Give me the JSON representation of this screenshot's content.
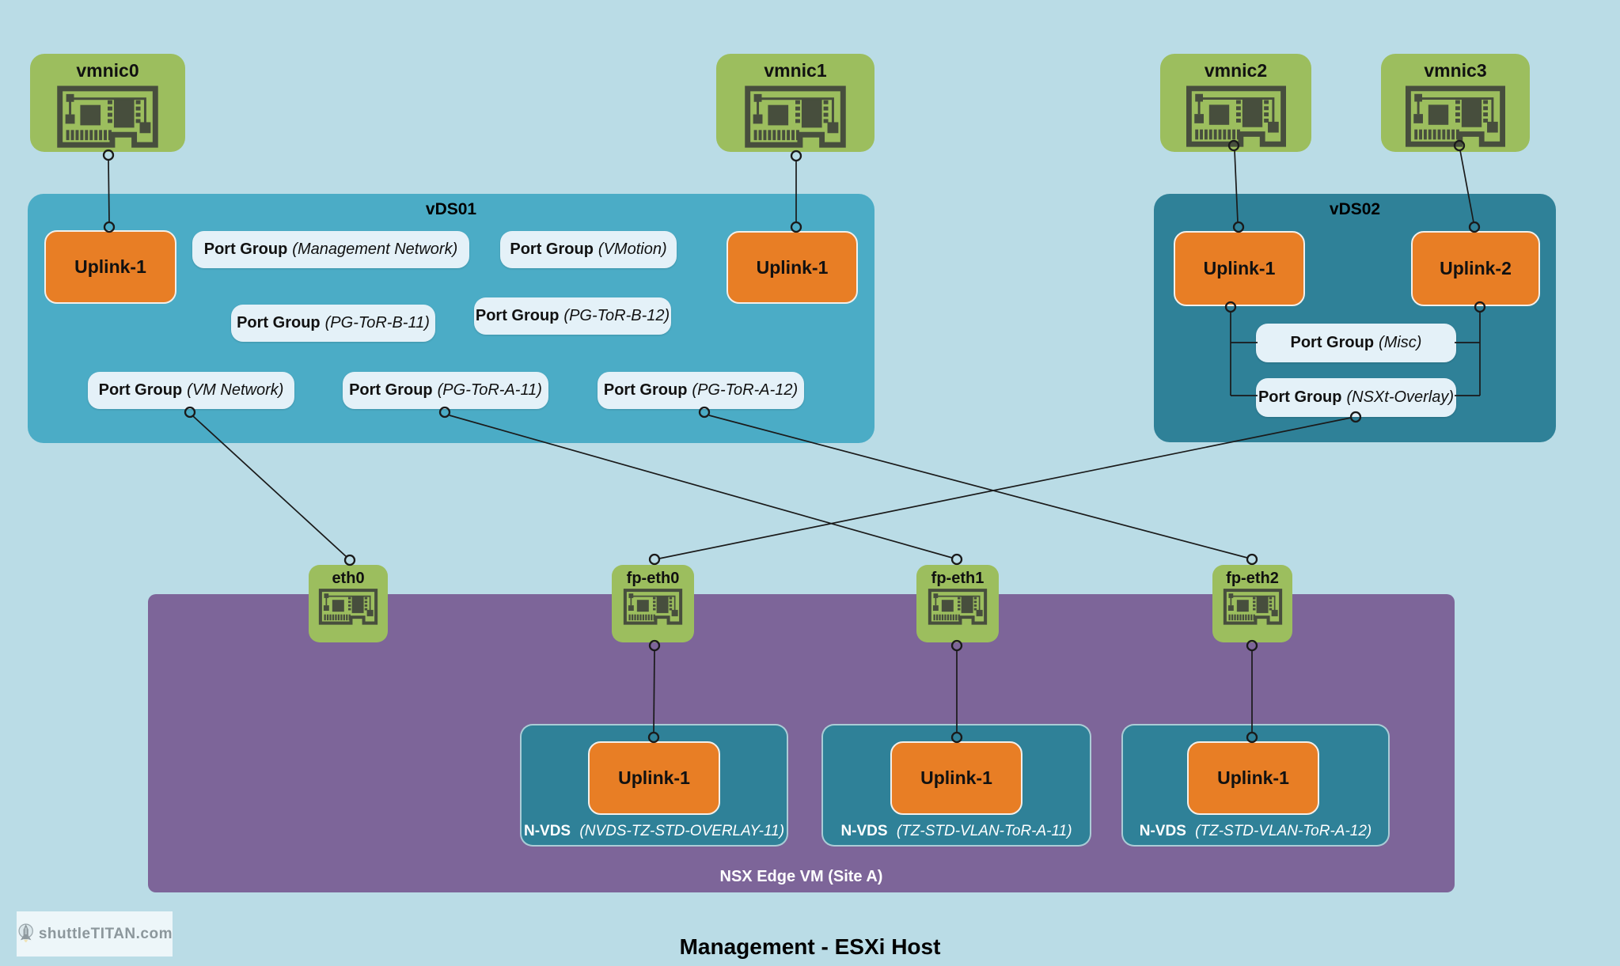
{
  "title": "Management - ESXi Host",
  "watermark": "shuttleTITAN.com",
  "colors": {
    "background": "#BADCE6",
    "nic_green": "#9CBE5E",
    "nic_icon": "#474E3D",
    "vds01_teal": "#4BACC6",
    "vds02_teal": "#2F8198",
    "uplink_orange": "#E87E25",
    "port_group_fill": "#E4F1F8",
    "edge_purple": "#7D6599",
    "connector_line": "#1A1A1A"
  },
  "vmnics": [
    {
      "label": "vmnic0"
    },
    {
      "label": "vmnic1"
    },
    {
      "label": "vmnic2"
    },
    {
      "label": "vmnic3"
    }
  ],
  "vds01": {
    "title": "vDS01",
    "uplink_left": "Uplink-1",
    "uplink_right": "Uplink-1",
    "port_groups": [
      {
        "prefix": "Port Group",
        "name": "(Management Network)"
      },
      {
        "prefix": "Port Group",
        "name": "(VMotion)"
      },
      {
        "prefix": "Port Group",
        "name": "(PG-ToR-B-11)"
      },
      {
        "prefix": "Port Group",
        "name": "(PG-ToR-B-12)"
      },
      {
        "prefix": "Port Group",
        "name": "(VM Network)"
      },
      {
        "prefix": "Port Group",
        "name": "(PG-ToR-A-11)"
      },
      {
        "prefix": "Port Group",
        "name": "(PG-ToR-A-12)"
      }
    ]
  },
  "vds02": {
    "title": "vDS02",
    "uplink_left": "Uplink-1",
    "uplink_right": "Uplink-2",
    "port_groups": [
      {
        "prefix": "Port Group",
        "name": "(Misc)"
      },
      {
        "prefix": "Port Group",
        "name": "(NSXt-Overlay)"
      }
    ]
  },
  "edge_vm": {
    "label": "NSX Edge VM (Site A)",
    "interfaces": [
      {
        "label": "eth0"
      },
      {
        "label": "fp-eth0"
      },
      {
        "label": "fp-eth1"
      },
      {
        "label": "fp-eth2"
      }
    ],
    "nvds": [
      {
        "prefix": "N-VDS",
        "name": "(NVDS-TZ-STD-OVERLAY-11)",
        "uplink": "Uplink-1"
      },
      {
        "prefix": "N-VDS",
        "name": "(TZ-STD-VLAN-ToR-A-11)",
        "uplink": "Uplink-1"
      },
      {
        "prefix": "N-VDS",
        "name": "(TZ-STD-VLAN-ToR-A-12)",
        "uplink": "Uplink-1"
      }
    ]
  }
}
